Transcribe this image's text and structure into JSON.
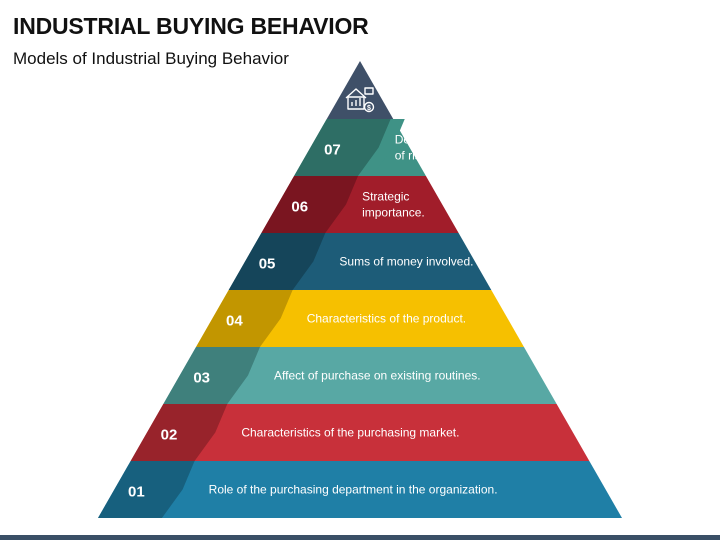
{
  "title": "INDUSTRIAL BUYING BEHAVIOR",
  "subtitle": "Models of Industrial Buying Behavior",
  "top_icon": "house-chart-money-icon",
  "levels": [
    {
      "number": "01",
      "text": [
        "Role of the purchasing department in the organization."
      ],
      "color": "#1f7fa6",
      "dark": "#17607e"
    },
    {
      "number": "02",
      "text": [
        "Characteristics of the purchasing market."
      ],
      "color": "#c8303a",
      "dark": "#98232b"
    },
    {
      "number": "03",
      "text": [
        "Affect of purchase on existing routines."
      ],
      "color": "#58a8a4",
      "dark": "#3f807c"
    },
    {
      "number": "04",
      "text": [
        "Characteristics of the product."
      ],
      "color": "#f6c000",
      "dark": "#c29600"
    },
    {
      "number": "05",
      "text": [
        "Sums of money involved."
      ],
      "color": "#1d5c78",
      "dark": "#15455a"
    },
    {
      "number": "06",
      "text": [
        "Strategic",
        "importance."
      ],
      "color": "#a11d2a",
      "dark": "#7a1520"
    },
    {
      "number": "07",
      "text": [
        "Degree",
        "of risk."
      ],
      "color": "#3f9286",
      "dark": "#2e6e65"
    }
  ],
  "apex_color": "#3f5068"
}
